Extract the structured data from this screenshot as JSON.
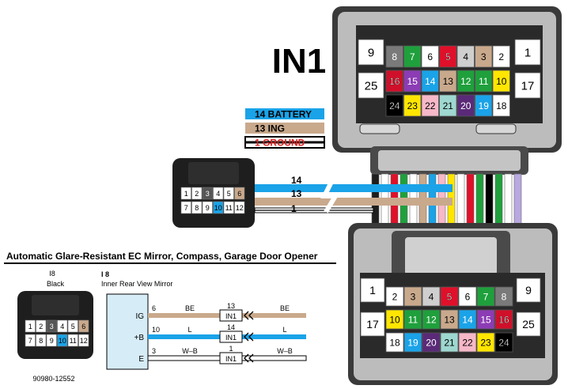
{
  "connector_label": "IN1",
  "legend": [
    {
      "text": "14 BATTERY",
      "color": "#1aa3e8",
      "text_color": "#000000"
    },
    {
      "text": "13 ING",
      "color": "#c9a98c",
      "text_color": "#000000"
    },
    {
      "text": "1 GROUND",
      "color": "#ffffff",
      "text_color": "#e02020"
    }
  ],
  "mirror_plug_pins": {
    "top": [
      "1",
      "2",
      "3",
      "4",
      "5",
      "6"
    ],
    "bottom": [
      "7",
      "8",
      "9",
      "10",
      "11",
      "12"
    ]
  },
  "harness_wire_labels": [
    "14",
    "13",
    "1"
  ],
  "in1_top_pins": {
    "left_big": [
      "9",
      "25"
    ],
    "right_big": [
      "1",
      "17"
    ],
    "row1": [
      "8",
      "7",
      "6",
      "5",
      "4",
      "3",
      "2"
    ],
    "row2": [
      "16",
      "15",
      "14",
      "13",
      "12",
      "11",
      "10"
    ],
    "row3": [
      "24",
      "23",
      "22",
      "21",
      "20",
      "19",
      "18"
    ]
  },
  "in1_bottom_pins": {
    "left_big": [
      "1",
      "17"
    ],
    "right_big": [
      "9",
      "25"
    ],
    "row1": [
      "2",
      "3",
      "4",
      "5",
      "6",
      "7",
      "8"
    ],
    "row2": [
      "10",
      "11",
      "12",
      "13",
      "14",
      "15",
      "16"
    ],
    "row3": [
      "18",
      "19",
      "20",
      "21",
      "22",
      "23",
      "24"
    ]
  },
  "diagram_title": "Automatic Glare-Resistant EC Mirror, Compass, Garage Door Opener",
  "schematic_connector": {
    "id": "I8",
    "color": "Black",
    "part_number": "90980-12552"
  },
  "mirror_block": {
    "id": "I 8",
    "name": "Inner Rear View Mirror",
    "terminals": [
      "IG",
      "+B",
      "E"
    ]
  },
  "schematic_wires": [
    {
      "mirror_pin": "6",
      "color_code": "BE",
      "in1_pin": "13",
      "connector": "IN1",
      "color": "#c9a98c"
    },
    {
      "mirror_pin": "10",
      "color_code": "L",
      "in1_pin": "14",
      "connector": "IN1",
      "color": "#1aa3e8"
    },
    {
      "mirror_pin": "3",
      "color_code": "W–B",
      "in1_pin": "1",
      "connector": "IN1",
      "color": "#ffffff"
    }
  ],
  "pin_colors": {
    "1": "#ffffff",
    "2": "#ffffff",
    "3": "#c9a98c",
    "4": "#cfcfcf",
    "5": "#e0102a",
    "6": "#ffffff",
    "7": "#1fa03c",
    "8": "#7a7a7a",
    "9": "#ffffff",
    "10": "#ffe600",
    "11": "#1fa03c",
    "12": "#1fa03c",
    "13": "#c9a98c",
    "14": "#1aa3e8",
    "15": "#8c3cb4",
    "16": "#d0102a",
    "17": "#ffffff",
    "18": "#ffffff",
    "19": "#1aa3e8",
    "20": "#5a2a78",
    "21": "#9ed8d0",
    "22": "#f7b8c8",
    "23": "#ffe600",
    "24": "#000000",
    "25": "#ffffff"
  }
}
